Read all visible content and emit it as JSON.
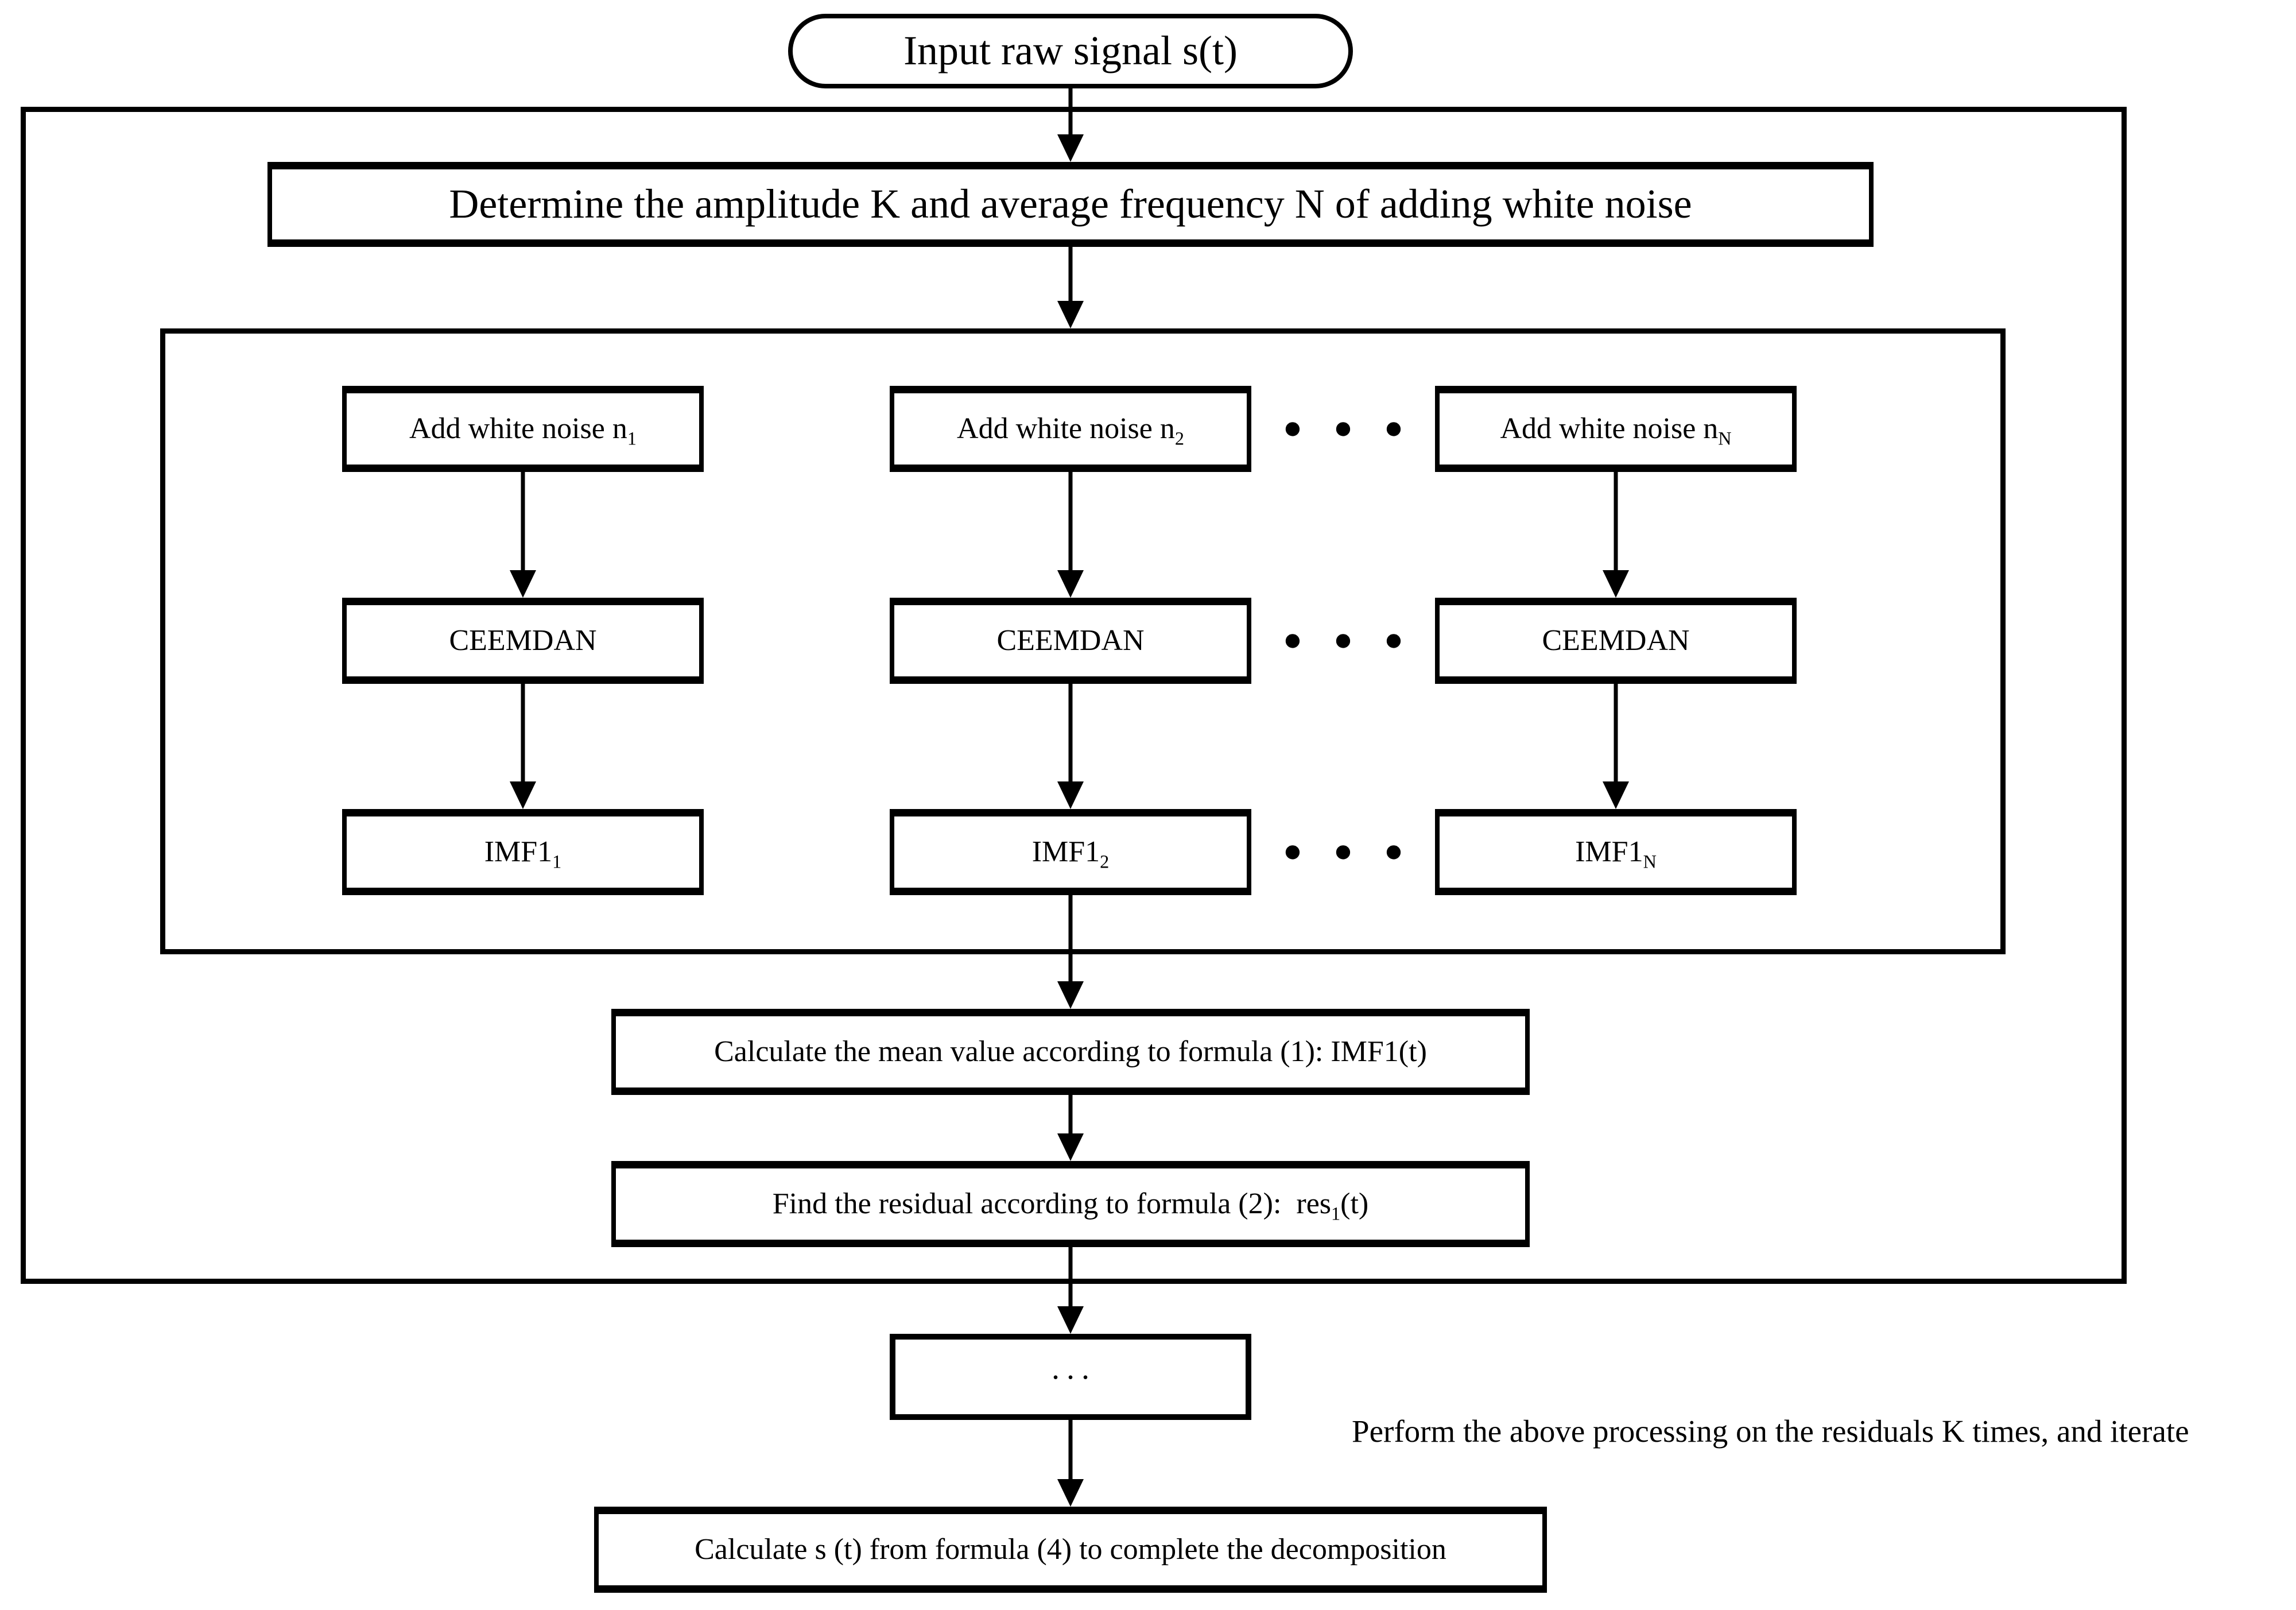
{
  "colors": {
    "line": "#000000",
    "background": "#ffffff",
    "text": "#000000"
  },
  "flowchart": {
    "start": {
      "label": "Input raw signal s(t)"
    },
    "determine": {
      "label": "Determine the amplitude K and average frequency N of adding white noise"
    },
    "noise_branches": [
      {
        "pre": "Add white noise n",
        "sub": "1"
      },
      {
        "pre": "Add white noise n",
        "sub": "2"
      },
      {
        "pre": "Add white noise n",
        "sub": "N"
      }
    ],
    "ceemdan_boxes": [
      {
        "label": "CEEMDAN"
      },
      {
        "label": "CEEMDAN"
      },
      {
        "label": "CEEMDAN"
      }
    ],
    "imf_boxes": [
      {
        "pre": "IMF1",
        "sub": "1"
      },
      {
        "pre": "IMF1",
        "sub": "2"
      },
      {
        "pre": "IMF1",
        "sub": "N"
      }
    ],
    "column_dots": "···",
    "mean_box": {
      "label": "Calculate the mean value according to formula (1): IMF1(t)"
    },
    "residual_box": {
      "pre": "Find the residual according to formula (2):  res",
      "sub": "1",
      "post": "(t)"
    },
    "iteration_box": {
      "label": "..."
    },
    "side_note": "Perform the above processing on the residuals K times, and iterate",
    "final_box": {
      "label": "Calculate s (t) from formula (4) to complete the decomposition"
    }
  }
}
